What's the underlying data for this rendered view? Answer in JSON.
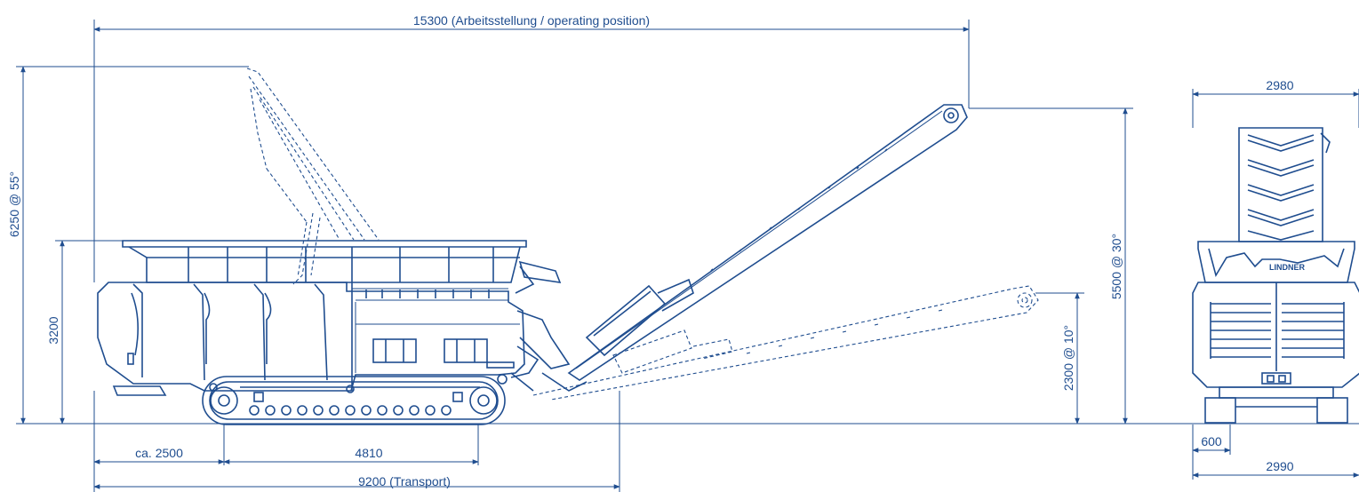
{
  "dimensions": {
    "total_length": "15300 (Arbeitsstellung / operating position)",
    "height_hopper_raised": "6250 @ 55°",
    "height_hopper": "3200",
    "height_conveyor_30": "5500 @ 30°",
    "height_conveyor_10": "2300 @ 10°",
    "front_overhang": "ca. 2500",
    "track_length": "4810",
    "transport_length": "9200 (Transport)",
    "width_top": "2980",
    "width_bottom": "2990",
    "track_width": "600"
  },
  "brand_label": "LINDNER",
  "colors": {
    "line": "#1f4d8f",
    "background": "#ffffff"
  }
}
